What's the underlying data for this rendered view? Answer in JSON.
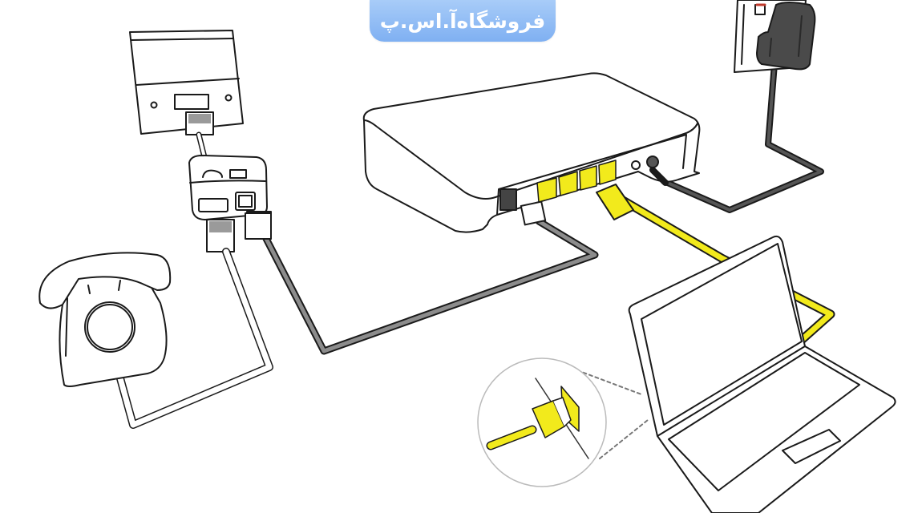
{
  "watermark": {
    "text": "فروشگاه‌آ.اس.پ",
    "background": "#8fbdf5",
    "text_color": "#ffffff"
  },
  "diagram": {
    "title": "",
    "nodes": [
      {
        "id": "wall-phone-socket",
        "label": ""
      },
      {
        "id": "adsl-splitter",
        "label": ""
      },
      {
        "id": "telephone",
        "label": ""
      },
      {
        "id": "router",
        "label": ""
      },
      {
        "id": "power-adapter",
        "label": ""
      },
      {
        "id": "laptop",
        "label": ""
      },
      {
        "id": "ethernet-plug-detail",
        "label": ""
      }
    ],
    "edges": [
      {
        "from": "wall-phone-socket",
        "to": "adsl-splitter",
        "cable": "phone-cable-white"
      },
      {
        "from": "adsl-splitter",
        "to": "telephone",
        "cable": "phone-cable-white"
      },
      {
        "from": "adsl-splitter",
        "to": "router",
        "cable": "dsl-cable-gray"
      },
      {
        "from": "power-adapter",
        "to": "router",
        "cable": "power-cable-black"
      },
      {
        "from": "router",
        "to": "laptop",
        "cable": "ethernet-cable-yellow"
      }
    ],
    "colors": {
      "ethernet": "#f2ea1c",
      "dsl_cable": "#8c8c8c",
      "power_cable": "#3a3a3a",
      "adapter": "#4a4a4a",
      "outline": "#1a1a1a"
    }
  }
}
